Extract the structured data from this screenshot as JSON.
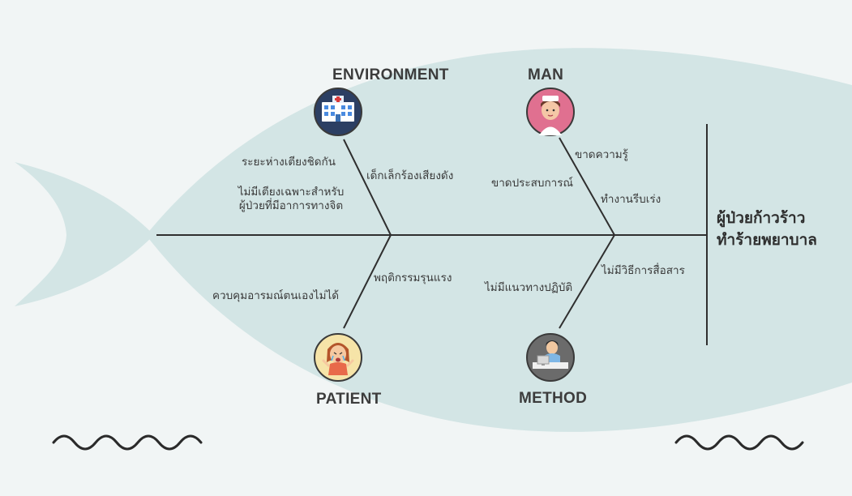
{
  "colors": {
    "background": "#f1f5f5",
    "fish_body": "#d3e5e5",
    "line": "#2f2f2f",
    "icon_ring": "#3a3a3a"
  },
  "effect": {
    "line1": "ผู้ป่วยก้าวร้าว",
    "line2": "ทำร้ายพยาบาล"
  },
  "categories": {
    "environment": {
      "label": "ENVIRONMENT",
      "icon": "hospital-icon",
      "causes": [
        "ระยะห่างเตียงชิดกัน",
        "ไม่มีเตียงเฉพาะสำหรับ",
        "ผู้ป่วยที่มีอาการทางจิต",
        "เด็กเล็กร้องเสียงดัง"
      ]
    },
    "man": {
      "label": "MAN",
      "icon": "nurse-icon",
      "causes": [
        "ขาดความรู้",
        "ขาดประสบการณ์",
        "ทำงานรีบเร่ง"
      ]
    },
    "patient": {
      "label": "PATIENT",
      "icon": "crying-child-icon",
      "causes": [
        "พฤติกรรมรุนแรง",
        "ควบคุมอารมณ์ตนเองไม่ได้"
      ]
    },
    "method": {
      "label": "METHOD",
      "icon": "office-worker-icon",
      "causes": [
        "ไม่มีวิธีการสื่อสาร",
        "ไม่มีแนวทางปฏิบัติ"
      ]
    }
  },
  "decorations": [
    "wave-icon",
    "wave-icon"
  ]
}
